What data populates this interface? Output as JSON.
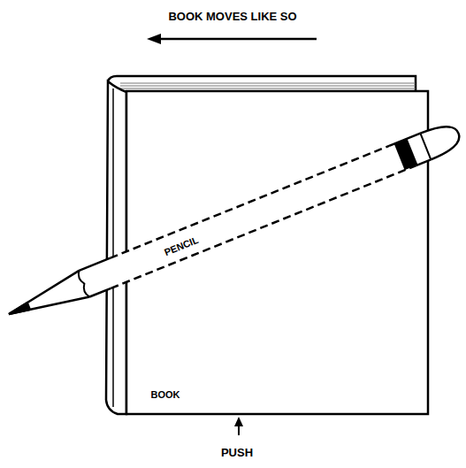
{
  "diagram": {
    "labels": [
      "BOOK MOVES LIKE SO",
      "PENCIL",
      "BOOK",
      "PUSH"
    ]
  }
}
